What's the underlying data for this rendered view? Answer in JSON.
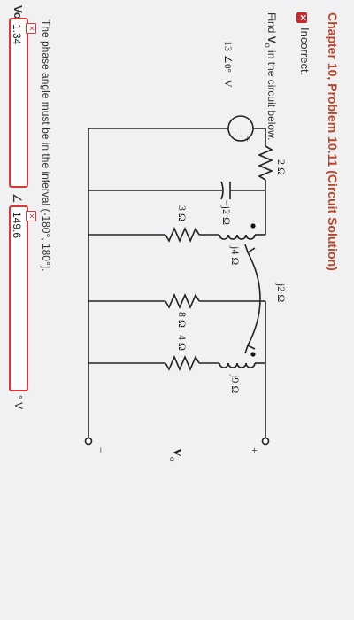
{
  "header": {
    "title": "Chapter 10, Problem 10.11 (Circuit Solution)",
    "status": "Incorrect.",
    "status_icon": "x-mark-icon"
  },
  "problem": {
    "prompt_pre": "Find ",
    "prompt_var": "V",
    "prompt_sub": "o",
    "prompt_post": " in the circuit below."
  },
  "circuit": {
    "source": "13",
    "source_angle": "0°",
    "source_unit": "V",
    "source_plus": "+",
    "source_minus": "−",
    "r1": "2 Ω",
    "cap": "−j2 Ω",
    "l1": "j4 Ω",
    "r2": "3 Ω",
    "mutual": "j2 Ω",
    "l2": "j9 Ω",
    "r3": "8 Ω",
    "r4": "4 Ω",
    "vo": "V",
    "vo_sub": "o",
    "vo_plus": "+",
    "vo_minus": "−"
  },
  "answer": {
    "note": "The phase angle must be in the interval (-180°, 180°].",
    "label": "Vo =",
    "magnitude": "1.34",
    "angle_symbol": "∠",
    "angle": "149.6",
    "unit": "° V"
  },
  "colors": {
    "title": "#b8472a",
    "error": "#d43a3a"
  }
}
